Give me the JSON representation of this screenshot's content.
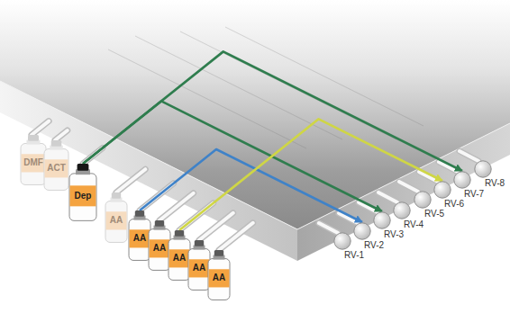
{
  "diagram": {
    "nodes": [
      {
        "text": [
          "DMF"
        ]
      },
      {
        "text": [
          "ACT"
        ]
      },
      {
        "text": [
          "Dep"
        ]
      },
      {
        "text": [
          "AA"
        ]
      },
      {
        "text": [
          "AA"
        ]
      },
      {
        "text": [
          "AA"
        ]
      },
      {
        "text": [
          "AA"
        ]
      },
      {
        "text": [
          "AA"
        ]
      },
      {
        "text": [
          "AA"
        ]
      },
      {
        "text": [
          "RV-1"
        ]
      },
      {
        "text": [
          "RV-2"
        ]
      },
      {
        "text": [
          "RV-3"
        ]
      },
      {
        "text": [
          "RV-4"
        ]
      },
      {
        "text": [
          "RV-5"
        ]
      },
      {
        "text": [
          "RV-6"
        ]
      },
      {
        "text": [
          "RV-7"
        ]
      },
      {
        "text": [
          "RV-8"
        ]
      }
    ],
    "edges": [
      {
        "from": 2,
        "to": 11,
        "arrow": "to"
      },
      {
        "from": 2,
        "to": 15,
        "arrow": "to"
      },
      {
        "from": 4,
        "to": 10,
        "arrow": "to"
      },
      {
        "from": 6,
        "to": 14,
        "arrow": "to"
      }
    ]
  }
}
